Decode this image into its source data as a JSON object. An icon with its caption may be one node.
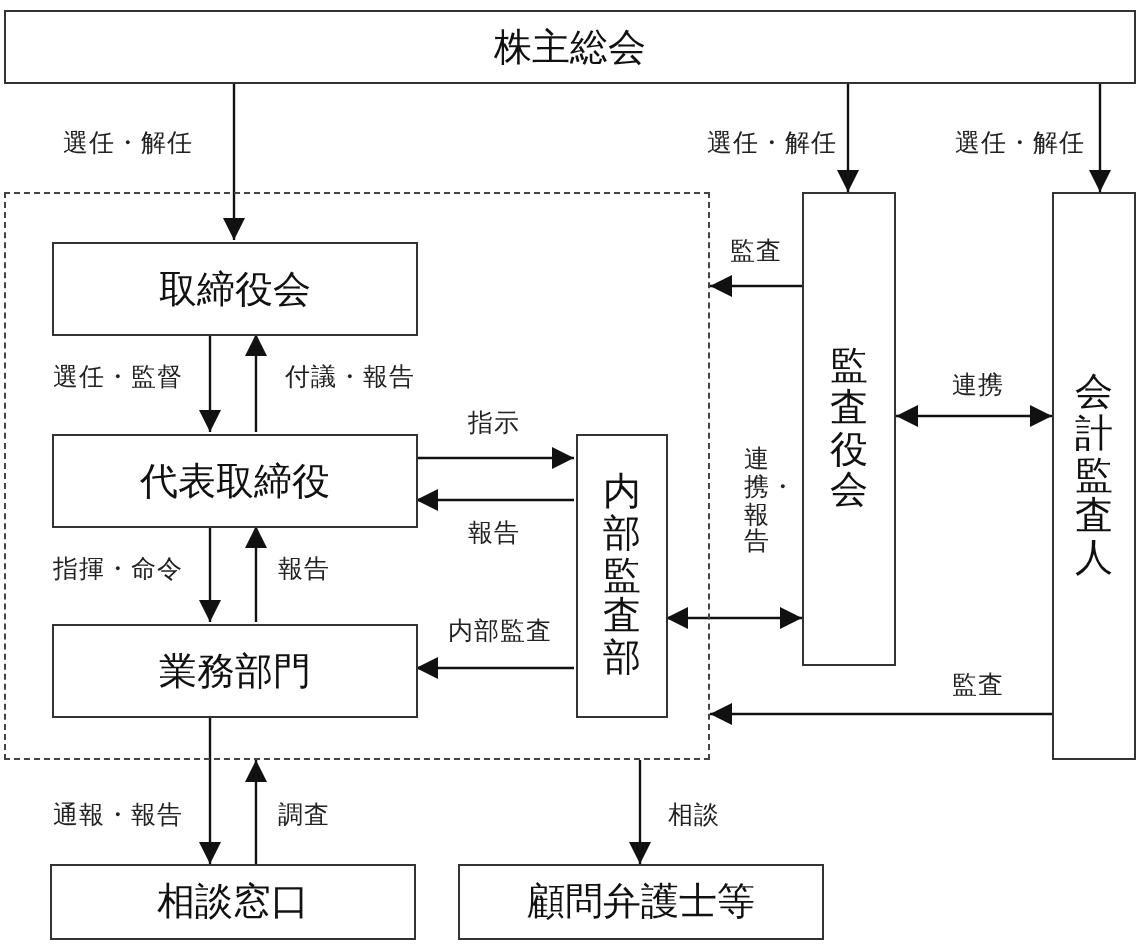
{
  "diagram": {
    "nodes": [
      {
        "text": [
          "株主総会"
        ]
      },
      {
        "text": [],
        "shape": "box"
      },
      {
        "text": [
          "取締役会"
        ],
        "in": 1
      },
      {
        "text": [
          "代表取締役"
        ],
        "in": 1
      },
      {
        "text": [
          "業務部門"
        ],
        "in": 1
      },
      {
        "text": [
          "内部監査部"
        ],
        "in": 1
      },
      {
        "text": [
          "監査役会"
        ]
      },
      {
        "text": [
          "会計監査人"
        ]
      },
      {
        "text": [
          "相談窓口"
        ]
      },
      {
        "text": [
          "顧問弁護士等"
        ]
      }
    ],
    "edges": [
      {
        "from": 0,
        "to": 2,
        "arrow": "to",
        "label": "選任・解任"
      },
      {
        "from": 0,
        "to": 6,
        "arrow": "to",
        "label": "選任・解任"
      },
      {
        "from": 0,
        "to": 7,
        "arrow": "to",
        "label": "選任・解任"
      },
      {
        "from": 6,
        "to": 1,
        "arrow": "to",
        "label": "監査"
      },
      {
        "from": 2,
        "to": 3,
        "arrow": "to",
        "label": "選任・監督"
      },
      {
        "from": 3,
        "to": 2,
        "arrow": "to",
        "label": "付議・報告"
      },
      {
        "from": 3,
        "to": 5,
        "arrow": "to",
        "label": "指示"
      },
      {
        "from": 5,
        "to": 3,
        "arrow": "to",
        "label": "報告"
      },
      {
        "from": 3,
        "to": 4,
        "arrow": "to",
        "label": "指揮・命令"
      },
      {
        "from": 4,
        "to": 3,
        "arrow": "to",
        "label": "報告"
      },
      {
        "from": 5,
        "to": 4,
        "arrow": "to",
        "label": "内部監査"
      },
      {
        "from": 5,
        "to": 6,
        "arrow": "both",
        "label": "連携・報告"
      },
      {
        "from": 6,
        "to": 7,
        "arrow": "both",
        "label": "連携"
      },
      {
        "from": 7,
        "to": 1,
        "arrow": "to",
        "label": "監査"
      },
      {
        "from": 4,
        "to": 8,
        "arrow": "to",
        "label": "通報・報告"
      },
      {
        "from": 8,
        "to": 1,
        "arrow": "to",
        "label": "調査"
      },
      {
        "from": 1,
        "to": 9,
        "arrow": "to",
        "label": "相談"
      }
    ]
  }
}
